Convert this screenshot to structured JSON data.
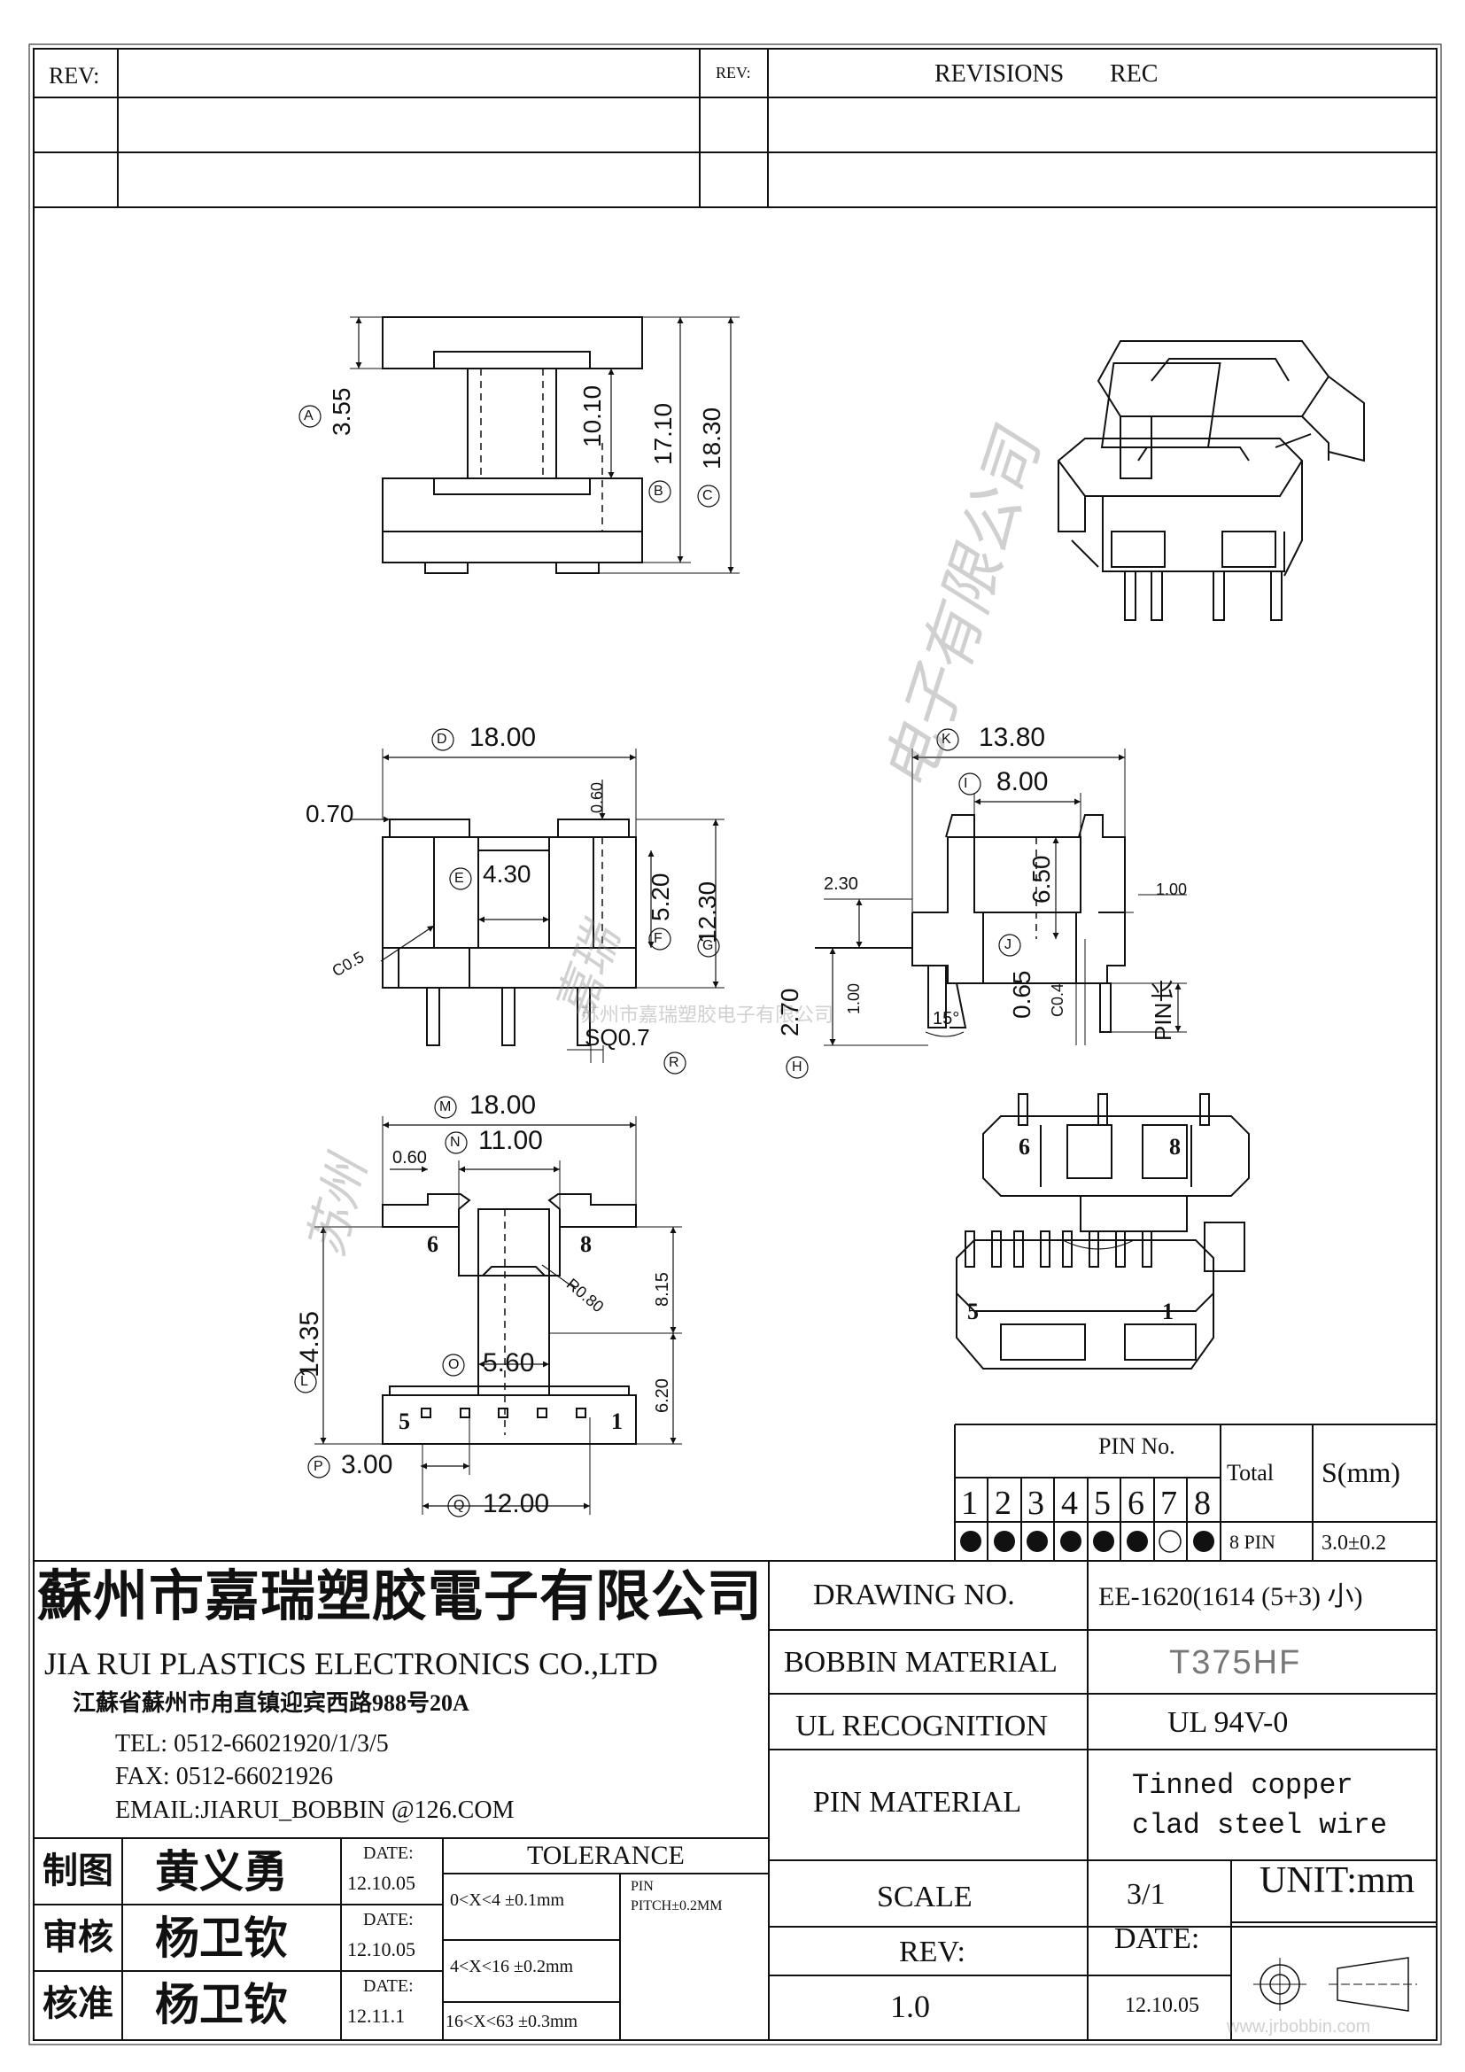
{
  "rev_table": {
    "rev_left_label": "REV:",
    "rev_right_label": "REV:",
    "revisions_label": "REVISIONS",
    "rec_label": "REC"
  },
  "dims": {
    "A": "A",
    "A_val": "3.55",
    "B": "B",
    "B_val": "17.10",
    "C": "C",
    "C_val": "18.30",
    "top_inner": "10.10",
    "D": "D",
    "D_val": "18.00",
    "d070": "0.70",
    "d060a": "0.60",
    "E": "E",
    "E_val": "4.30",
    "F": "F",
    "F_val": "5.20",
    "G": "G",
    "G_val": "12.30",
    "c05": "C0.5",
    "sq": "SQ0.7",
    "R": "R",
    "K": "K",
    "K_val": "13.80",
    "I": "I",
    "I_val": "8.00",
    "d230": "2.30",
    "d650": "6.50",
    "d100a": "1.00",
    "J": "J",
    "d100b": "1.00",
    "d065": "0.65",
    "c04": "C0.4",
    "d270": "2.70",
    "H": "H",
    "deg15": "15°",
    "pin_len": "PIN长",
    "M": "M",
    "M_val": "18.00",
    "N": "N",
    "N_val": "11.00",
    "d060b": "0.60",
    "d815": "8.15",
    "r080": "R0.80",
    "L": "L",
    "L_val": "14.35",
    "O": "O",
    "O_val": "5.60",
    "d620": "6.20",
    "P": "P",
    "P_val": "3.00",
    "Q": "Q",
    "Q_val": "12.00",
    "pin6": "6",
    "pin8": "8",
    "pin5": "5",
    "pin1": "1",
    "pin6_iso": "6",
    "pin8_iso": "8",
    "pin5_iso": "5",
    "pin1_iso": "1"
  },
  "watermarks": {
    "center": "苏州市嘉瑞塑胶电子有限公司",
    "diag1": "嘉瑞",
    "diag2": "电子有限公司",
    "diag3": "苏州",
    "footer": "www.jrbobbin.com"
  },
  "pin_table": {
    "pin_no_label": "PIN No.",
    "total_label": "Total",
    "s_label": "S(mm)",
    "pins": [
      "1",
      "2",
      "3",
      "4",
      "5",
      "6",
      "7",
      "8"
    ],
    "filled": [
      true,
      true,
      true,
      true,
      true,
      true,
      false,
      true
    ],
    "total_value": "8 PIN",
    "s_value": "3.0±0.2"
  },
  "company": {
    "name_cn": "蘇州市嘉瑞塑胶電子有限公司",
    "name_en": "JIA RUI PLASTICS ELECTRONICS CO.,LTD",
    "address": "江蘇省蘇州市甪直镇迎宾西路988号20A",
    "tel": "TEL: 0512-66021920/1/3/5",
    "fax": "FAX: 0512-66021926",
    "email": "EMAIL:JIARUI_BOBBIN @126.COM"
  },
  "specs": {
    "drawing_no_label": "DRAWING  NO.",
    "drawing_no_value": "EE-1620(1614 (5+3) 小)",
    "bobbin_material_label": "BOBBIN  MATERIAL",
    "bobbin_material_value": "T375HF",
    "ul_label": "UL RECOGNITION",
    "ul_value": "UL 94V-0",
    "pin_material_label": "PIN MATERIAL",
    "pin_material_value1": "Tinned copper",
    "pin_material_value2": "clad steel wire",
    "scale_label": "SCALE",
    "scale_value": "3/1",
    "unit_label": "UNIT:mm",
    "rev_label": "REV:",
    "rev_value": "1.0",
    "date_label": "DATE:",
    "date_value": "12.10.05"
  },
  "signoff": {
    "rows": [
      {
        "role": "制图",
        "name": "黄义勇",
        "date_label": "DATE:",
        "date": "12.10.05"
      },
      {
        "role": "审核",
        "name": "杨卫钦",
        "date_label": "DATE:",
        "date": "12.10.05"
      },
      {
        "role": "核准",
        "name": "杨卫钦",
        "date_label": "DATE:",
        "date": "12.11.1"
      }
    ]
  },
  "tolerance": {
    "title": "TOLERANCE",
    "r1": "0<X<4  ±0.1mm",
    "r2": "4<X<16 ±0.2mm",
    "r3": "16<X<63 ±0.3mm",
    "pin_label": "PIN",
    "pitch": "PITCH±0.2MM"
  }
}
